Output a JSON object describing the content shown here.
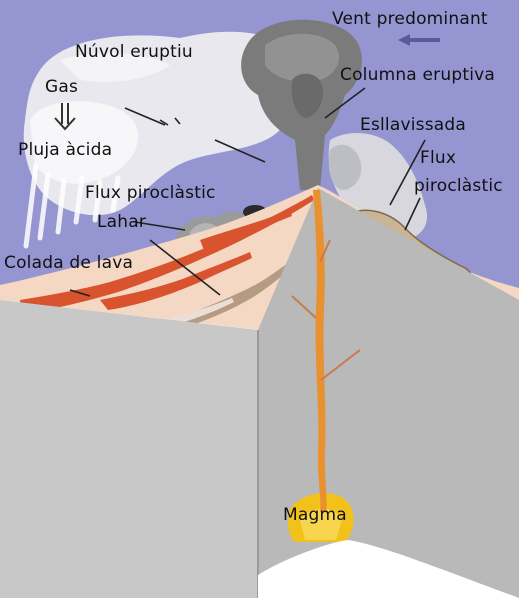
{
  "diagram": {
    "labels": {
      "prevailing_wind": "Vent predominant",
      "eruptive_cloud": "Núvol eruptiu",
      "gas": "Gas",
      "acid_rain": "Pluja àcida",
      "eruptive_column": "Columna eruptiva",
      "landslide": "Esllavissada",
      "pyroclastic_flow_right_line1": "Flux",
      "pyroclastic_flow_right_line2": "piroclàstic",
      "pyroclastic_flow_left": "Flux piroclàstic",
      "lahar": "Lahar",
      "lava_flow": "Colada de lava",
      "magma": "Magma"
    },
    "colors": {
      "sky": "#9595d2",
      "cloud_light": "#e8e8ee",
      "cloud_white": "#f7f7f9",
      "column_gray": "#7b7b7b",
      "ground_surface": "#f4d8c4",
      "crust_front": "#c8c8c8",
      "crust_side": "#b9b9b9",
      "conduit_orange": "#e8912e",
      "magma_yellow": "#f2c21a",
      "lava_red": "#d8532e",
      "lahar_brown": "#b59a84",
      "landslide_tan": "#c9b592"
    },
    "icons": [
      "wind-arrow-icon",
      "down-arrow-icon"
    ]
  }
}
